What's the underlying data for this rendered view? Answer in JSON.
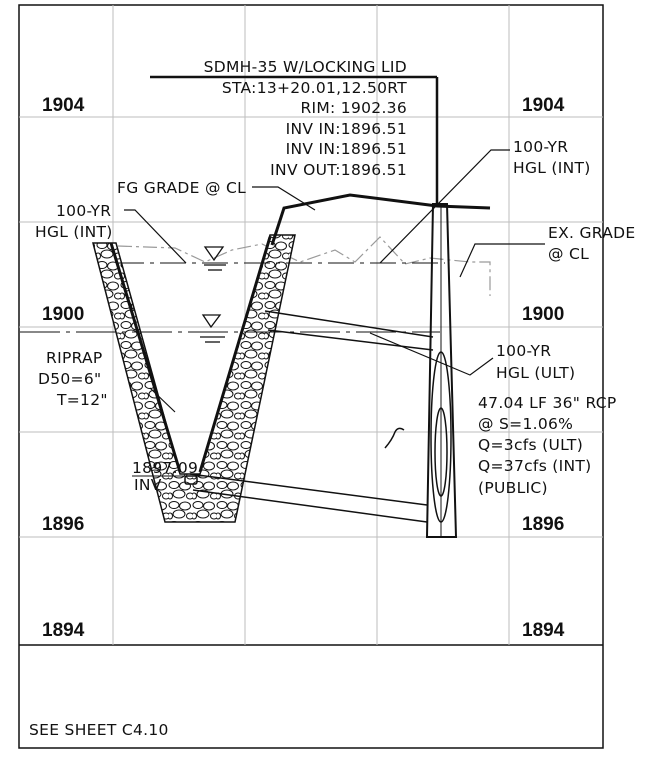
{
  "profile": {
    "elevations": {
      "left": [
        "1904",
        "1900",
        "1896",
        "1894"
      ],
      "right": [
        "1904",
        "1900",
        "1896",
        "1894"
      ]
    },
    "structure_callout": [
      "SDMH-35 W/LOCKING LID",
      "STA:13+20.01,12.50RT",
      "RIM:  1902.36",
      "INV IN:1896.51",
      "INV IN:1896.51",
      "INV OUT:1896.51"
    ],
    "fg_grade_label": "FG GRADE @ CL",
    "hgl_int_left": [
      "100-YR",
      "HGL (INT)"
    ],
    "hgl_int_right": [
      "100-YR",
      "HGL (INT)"
    ],
    "ex_grade_label": [
      "EX. GRADE",
      "@ CL"
    ],
    "hgl_ult_label": [
      "100-YR",
      "HGL (ULT)"
    ],
    "riprap_label": [
      "RIPRAP",
      "D50=6\"",
      "T=12\""
    ],
    "pipe_callout": [
      "47.04 LF 36\" RCP",
      "@ S=1.06%",
      "Q=3cfs (ULT)",
      "Q=37cfs (INT)",
      "(PUBLIC)"
    ],
    "channel_invert": [
      "1897.09",
      "INV"
    ],
    "see_sheet_note": "SEE SHEET C4.10"
  },
  "colors": {
    "ink": "#111111",
    "grid": "#bdbdbd",
    "hidden_grade": "#9a9a9a"
  }
}
